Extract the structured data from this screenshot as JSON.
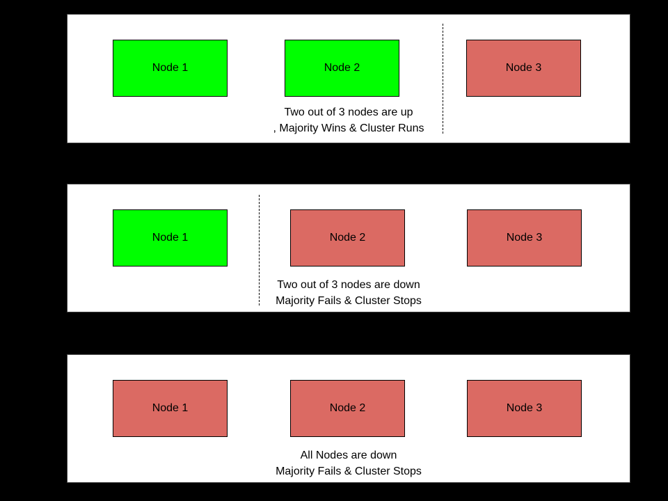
{
  "colors": {
    "node_up": "#00ff00",
    "node_down": "#db6a63",
    "panel_background": "#ffffff",
    "page_background": "#000000"
  },
  "sections": [
    {
      "nodes": [
        {
          "label": "Node 1",
          "state": "up"
        },
        {
          "label": "Node 2",
          "state": "up"
        },
        {
          "label": "Node 3",
          "state": "down"
        }
      ],
      "divider_between": "node-2-and-node-3",
      "caption_line1": "Two out of 3 nodes are up",
      "caption_line2": ", Majority Wins & Cluster Runs"
    },
    {
      "nodes": [
        {
          "label": "Node 1",
          "state": "up"
        },
        {
          "label": "Node 2",
          "state": "down"
        },
        {
          "label": "Node 3",
          "state": "down"
        }
      ],
      "divider_between": "node-1-and-node-2",
      "caption_line1": "Two out of 3 nodes are down",
      "caption_line2": "Majority Fails & Cluster Stops"
    },
    {
      "nodes": [
        {
          "label": "Node 1",
          "state": "down"
        },
        {
          "label": "Node 2",
          "state": "down"
        },
        {
          "label": "Node 3",
          "state": "down"
        }
      ],
      "caption_line1": "All Nodes are down",
      "caption_line2": "Majority Fails & Cluster Stops"
    }
  ]
}
